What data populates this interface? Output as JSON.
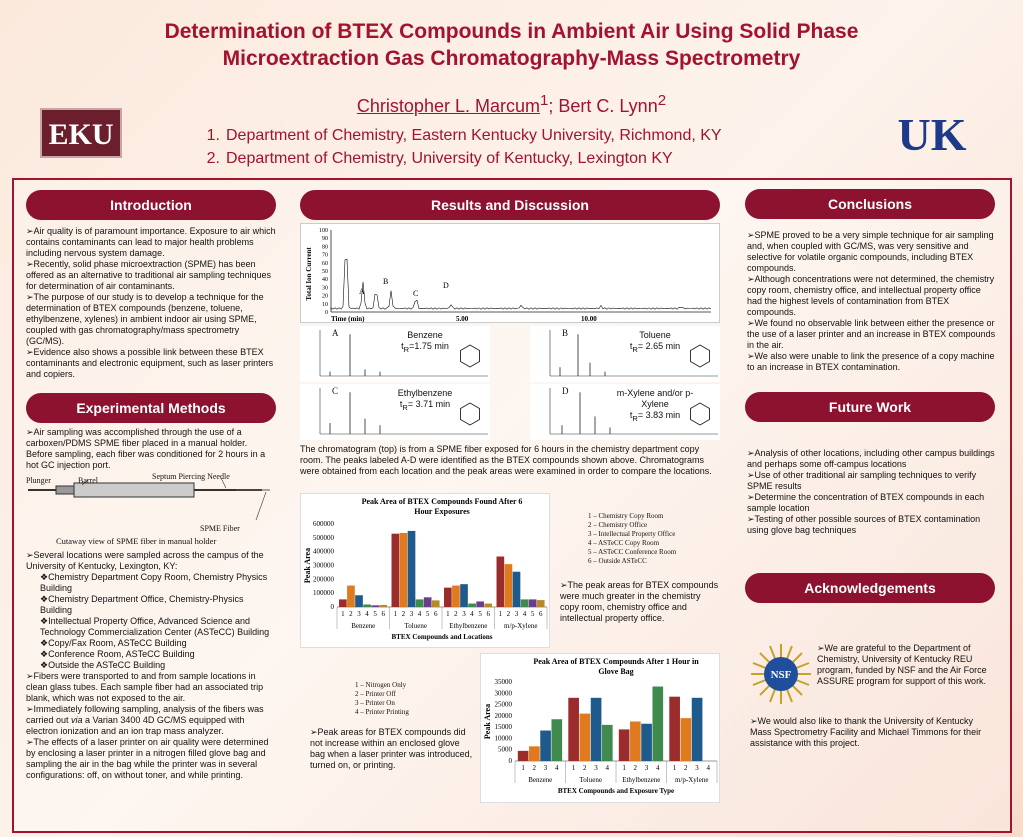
{
  "header": {
    "title_line1": "Determination of BTEX Compounds in Ambient Air Using Solid Phase",
    "title_line2": "Microextraction Gas Chromatography-Mass Spectrometry",
    "author1": "Christopher L. Marcum",
    "author1_sup": "1",
    "author_sep": "; Bert C. Lynn",
    "author2_sup": "2",
    "affil1_num": "1.",
    "affil1": "Department of Chemistry, Eastern Kentucky University, Richmond, KY",
    "affil2_num": "2.",
    "affil2": "Department of Chemistry, University of Kentucky, Lexington KY",
    "logo_left": "EKU",
    "logo_right": "UK"
  },
  "sections": {
    "introduction": "Introduction",
    "methods": "Experimental Methods",
    "results": "Results and Discussion",
    "conclusions": "Conclusions",
    "future": "Future Work",
    "acknowledgements": "Acknowledgements"
  },
  "intro": [
    "➢Air quality is of paramount importance. Exposure to air which contains contaminants can lead to major health problems including nervous system damage.",
    "➢Recently, solid phase microextraction (SPME) has been offered as an alternative to traditional air sampling techniques for determination of air contaminants.",
    "➢The purpose of our study is to develop a technique for the determination of BTEX compounds (benzene, toluene, ethylbenzene, xylenes) in ambient indoor air using SPME, coupled with gas chromatography/mass spectrometry (GC/MS).",
    "➢Evidence also shows a possible link between these BTEX contaminants and electronic equipment, such as laser printers and copiers."
  ],
  "methods": {
    "p1": "➢Air sampling was accomplished through the use of a carboxen/PDMS SPME fiber placed in a manual holder. Before sampling, each fiber was conditioned for 2 hours in a hot GC injection port.",
    "fiber_labels": {
      "plunger": "Plunger",
      "barrel": "Barrel",
      "septum": "Septum Piercing Needle",
      "fiber": "SPME Fiber"
    },
    "fiber_caption": "Cutaway view of SPME fiber in manual holder",
    "p2": "➢Several locations were sampled across the campus of the University of Kentucky, Lexington, KY:",
    "locations": [
      "❖Chemistry Department Copy Room, Chemistry Physics Building",
      "❖Chemistry Department Office, Chemistry-Physics Building",
      "❖Intellectual Property Office, Advanced Science and Technology Commercialization Center (ASTeCC) Building",
      "❖Copy/Fax Room, ASTeCC Building",
      "❖Conference Room, ASTeCC Building",
      "❖Outside the ASTeCC Building"
    ],
    "p3": "➢Fibers were transported to and from sample locations in clean glass tubes. Each sample fiber had an associated trip blank, which was not exposed to the air.",
    "p4_a": "➢Immediately following sampling, analysis of the fibers was carried out ",
    "p4_via": "via",
    "p4_b": " a Varian 3400 4D GC/MS equipped with electron ionization and an ion trap mass analyzer.",
    "p5": "➢The effects of a laser printer on air quality were determined by enclosing a laser printer in a nitrogen filled glove bag and sampling the air in the bag while the printer was in several configurations: off, on without toner, and while printing."
  },
  "results": {
    "chrom": {
      "ylabel": "Total Ion Current",
      "xlabel": "Time (min)",
      "yticks": [
        "100",
        "90",
        "80",
        "70",
        "60",
        "50",
        "40",
        "30",
        "20",
        "10",
        "0"
      ],
      "xticks": [
        "5.00",
        "10.00"
      ],
      "peaks": [
        "A",
        "B",
        "C",
        "D"
      ]
    },
    "spectra": [
      {
        "letter": "A",
        "name": "Benzene",
        "tr": "=1.75 min"
      },
      {
        "letter": "B",
        "name": "Toluene",
        "tr": "= 2.65 min"
      },
      {
        "letter": "C",
        "name": "Ethylbenzene",
        "tr": "= 3.71 min"
      },
      {
        "letter": "D",
        "name": "m-Xylene and/or p-Xylene",
        "tr": "= 3.83 min"
      }
    ],
    "tr_label": "t",
    "tr_sub": "R",
    "caption": "The chromatogram (top) is from a SPME fiber exposed for 6 hours in the chemistry department copy room.  The peaks labeled A-D were identified as the BTEX compounds shown above.  Chromatograms were obtained from each location and the peak areas were examined in order to compare the locations.",
    "legend6": [
      "1 – Chemistry Copy Room",
      "2 – Chemistry Office",
      "3 – Intellectual Property Office",
      "4 – ASTeCC Copy Room",
      "5 – ASTeCC Conference Room",
      "6 – Outside ASTeCC"
    ],
    "note6": "➢The peak areas for BTEX compounds were much greater in the chemistry copy room, chemistry office and intellectual property office.",
    "legend1": [
      "1 – Nitrogen Only",
      "2 – Printer Off",
      "3 – Printer On",
      "4 – Printer Printing"
    ],
    "note1": "➢Peak areas for BTEX compounds did not increase within an enclosed glove bag when a laser printer was introduced, turned on, or printing."
  },
  "conclusions": [
    "➢SPME proved to be a very simple technique for air sampling and, when coupled with GC/MS, was very sensitive and selective for volatile organic compounds, including BTEX compounds.",
    "➢Although concentrations were not determined, the chemistry copy room, chemistry office, and intellectual property office had the highest levels of contamination from BTEX compounds.",
    "➢We found no observable link between either the presence or the use of a laser printer and an increase in BTEX compounds in the air.",
    "➢We also were unable to link the presence of a copy machine to an increase in BTEX contamination."
  ],
  "future": [
    "➢Analysis of other locations, including other campus buildings and perhaps some off-campus locations",
    "➢Use of other traditional air sampling techniques to verify SPME results",
    "➢Determine the concentration of BTEX compounds in each sample location",
    "➢Testing of other possible sources of BTEX contamination using glove bag techniques"
  ],
  "ack": {
    "nsf": "NSF",
    "p1": "➢We are grateful to the Department of Chemistry, University of Kentucky REU program, funded by NSF and the Air Force ASSURE program for support of this work.",
    "p2": "➢We would also like to thank the University of Kentucky Mass Spectrometry Facility and Michael Timmons for their assistance with this project."
  },
  "colors": {
    "s1": "#9b2c2c",
    "s2": "#e07a1f",
    "s3": "#1f5a8c",
    "s4": "#3f8a4c",
    "s5": "#6a3f8a",
    "s6": "#b48a2a"
  },
  "chart_data": [
    {
      "type": "bar",
      "title": "Peak Area of BTEX Compounds Found After 6 Hour Exposures",
      "xlabel": "BTEX Compounds and Locations",
      "ylabel": "Peak Area",
      "ylim": [
        0,
        600000
      ],
      "yticks": [
        0,
        100000,
        200000,
        300000,
        400000,
        500000,
        600000
      ],
      "groups": [
        "Benzene",
        "Toluene",
        "Ethylbenzene",
        "m/p-Xylene"
      ],
      "categories": [
        "1",
        "2",
        "3",
        "4",
        "5",
        "6"
      ],
      "series": [
        {
          "group": "Benzene",
          "values": [
            55000,
            155000,
            85000,
            18000,
            12000,
            15000
          ]
        },
        {
          "group": "Toluene",
          "values": [
            530000,
            535000,
            550000,
            55000,
            70000,
            48000
          ]
        },
        {
          "group": "Ethylbenzene",
          "values": [
            140000,
            155000,
            165000,
            25000,
            40000,
            25000
          ]
        },
        {
          "group": "m/p-Xylene",
          "values": [
            365000,
            310000,
            255000,
            55000,
            55000,
            50000
          ]
        }
      ]
    },
    {
      "type": "bar",
      "title": "Peak Area of BTEX Compounds After 1 Hour in Glove Bag",
      "xlabel": "BTEX Compounds and Exposure Type",
      "ylabel": "Peak Area",
      "ylim": [
        0,
        35000
      ],
      "yticks": [
        0,
        5000,
        10000,
        15000,
        20000,
        25000,
        30000,
        35000
      ],
      "groups": [
        "Benzene",
        "Toluene",
        "Ethylbenzene",
        "m/p-Xylene"
      ],
      "categories": [
        "1",
        "2",
        "3",
        "4"
      ],
      "series": [
        {
          "group": "Benzene",
          "values": [
            4500,
            6500,
            13500,
            18500
          ]
        },
        {
          "group": "Toluene",
          "values": [
            28000,
            21000,
            28000,
            16000
          ]
        },
        {
          "group": "Ethylbenzene",
          "values": [
            14000,
            17500,
            16500,
            33000
          ]
        },
        {
          "group": "m/p-Xylene",
          "values": [
            28500,
            19000,
            28000,
            0
          ]
        }
      ]
    }
  ]
}
